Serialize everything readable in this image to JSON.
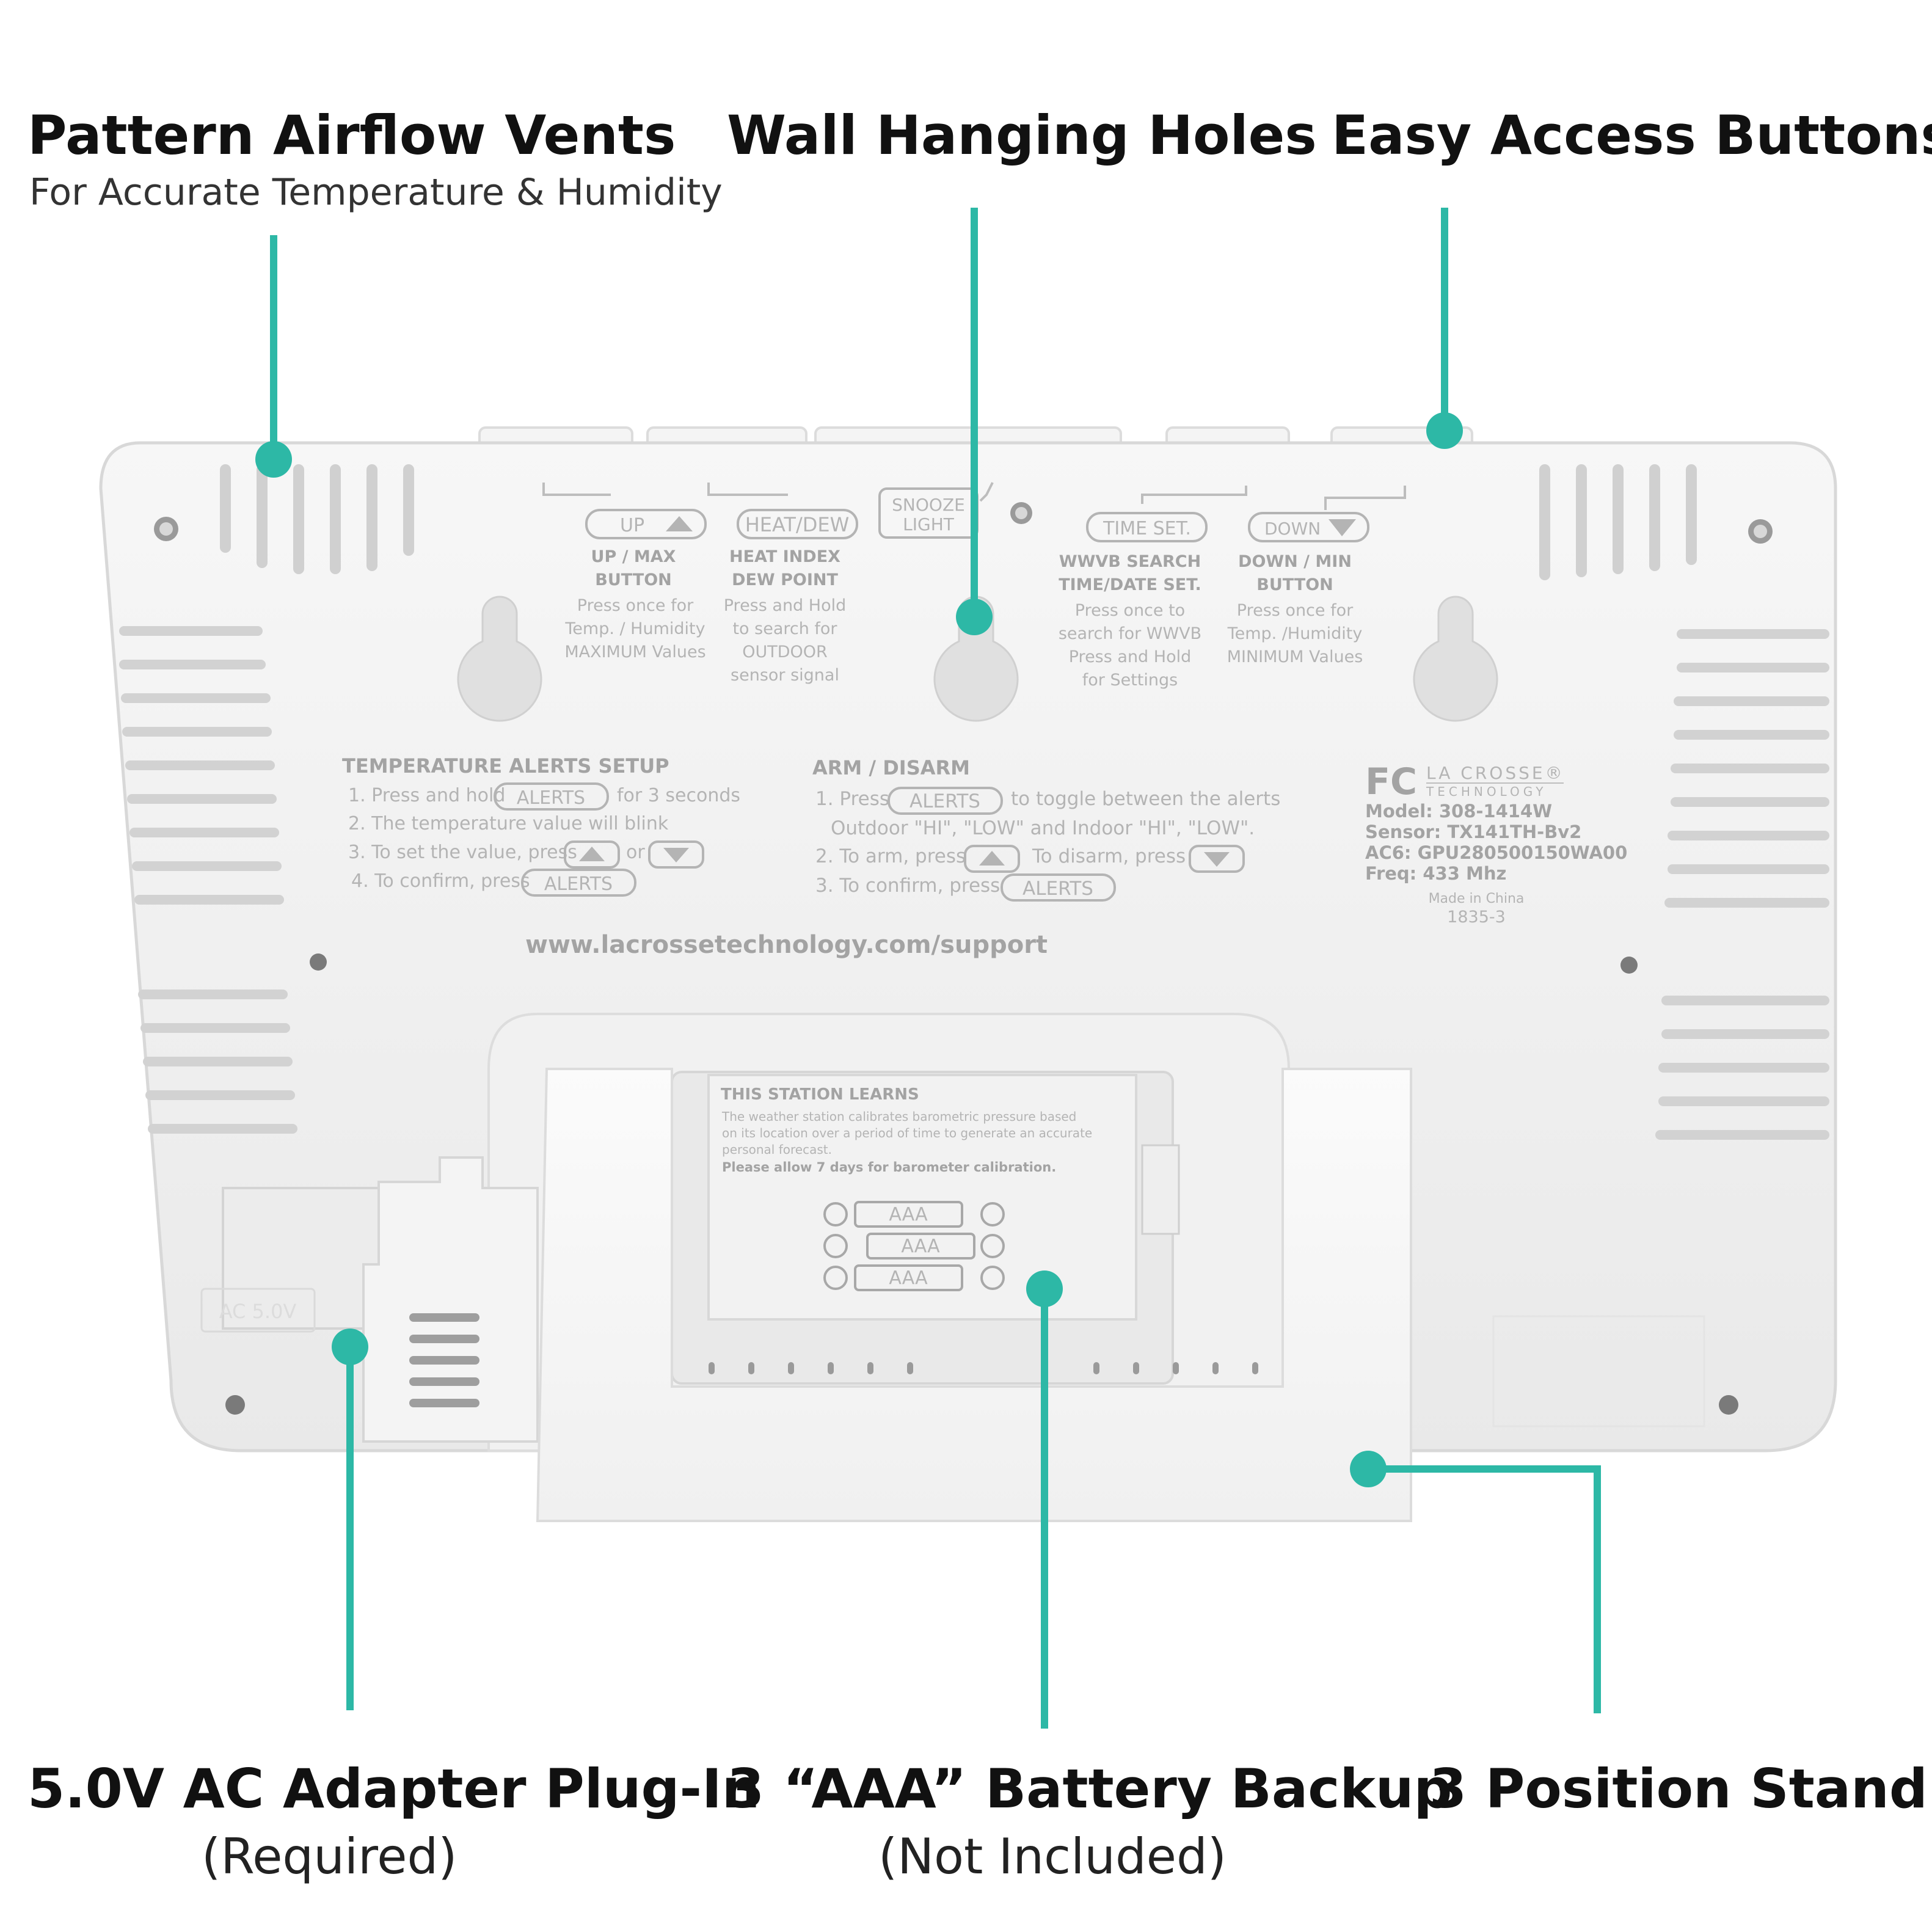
{
  "callouts": {
    "vents": {
      "title": "Pattern Airflow Vents",
      "subtitle": "For Accurate Temperature & Humidity"
    },
    "holes": {
      "title": "Wall Hanging Holes"
    },
    "buttons": {
      "title": "Easy Access Buttons"
    },
    "adapter": {
      "title": "5.0V AC Adapter Plug-In",
      "subtitle": "(Required)"
    },
    "battery": {
      "title": "3 “AAA” Battery Backup",
      "subtitle": "(Not Included)"
    },
    "stand": {
      "title": "3 Position Stand"
    }
  },
  "accent_color": "#2db8a6",
  "device": {
    "buttons": [
      {
        "label": "UP",
        "icon": "triangle-up-icon",
        "name_line1": "UP / MAX",
        "name_line2": "BUTTON",
        "desc": [
          "Press once for",
          "Temp. / Humidity",
          "MAXIMUM Values"
        ]
      },
      {
        "label": "HEAT/DEW",
        "name_line1": "HEAT INDEX",
        "name_line2": "DEW POINT",
        "desc": [
          "Press and Hold",
          "to search for",
          "OUTDOOR",
          "sensor signal"
        ]
      },
      {
        "label_line1": "SNOOZE",
        "label_line2": "LIGHT"
      },
      {
        "label": "TIME SET.",
        "name_line1": "WWVB SEARCH",
        "name_line2": "TIME/DATE SET.",
        "desc": [
          "Press once to",
          "search for WWVB",
          "Press and Hold",
          "for Settings"
        ]
      },
      {
        "label": "DOWN",
        "icon": "triangle-down-icon",
        "name_line1": "DOWN / MIN",
        "name_line2": "BUTTON",
        "desc": [
          "Press once for",
          "Temp. /Humidity",
          "MINIMUM Values"
        ]
      }
    ],
    "temp_alerts": {
      "title": "TEMPERATURE ALERTS SETUP",
      "step1a": "1. Press and hold",
      "step1_btn": "ALERTS",
      "step1b": "for 3 seconds",
      "step2": "2. The temperature value will blink",
      "step3a": "3. To set the value, press",
      "step3_or": "or",
      "step4a": "4. To confirm, press",
      "step4_btn": "ALERTS"
    },
    "arm": {
      "title": "ARM / DISARM",
      "step1a": "1. Press",
      "step1_btn": "ALERTS",
      "step1b": "to toggle between the alerts",
      "step1c": "Outdoor \"HI\", \"LOW\" and Indoor \"HI\", \"LOW\".",
      "step2a": "2. To arm, press",
      "step2b": "To disarm, press",
      "step3a": "3. To confirm, press",
      "step3_btn": "ALERTS"
    },
    "label": {
      "fcc": "FC",
      "brand1": "LA CROSSE®",
      "brand2": "TECHNOLOGY",
      "model": "Model: 308-1414W",
      "sensor": "Sensor: TX141TH-Bv2",
      "ac6": "AC6: GPU280500150WA00",
      "freq": "Freq: 433 Mhz",
      "made": "Made in China",
      "code": "1835-3"
    },
    "url": "www.lacrossetechnology.com/support",
    "station": {
      "title": "THIS STATION LEARNS",
      "line1": "The weather station calibrates barometric pressure based",
      "line2": "on its location over a period of time to generate an accurate",
      "line3": "personal forecast.",
      "line4": "Please allow 7 days for barometer calibration."
    },
    "battery_label": "AAA",
    "ac_label": "AC 5.0V"
  }
}
